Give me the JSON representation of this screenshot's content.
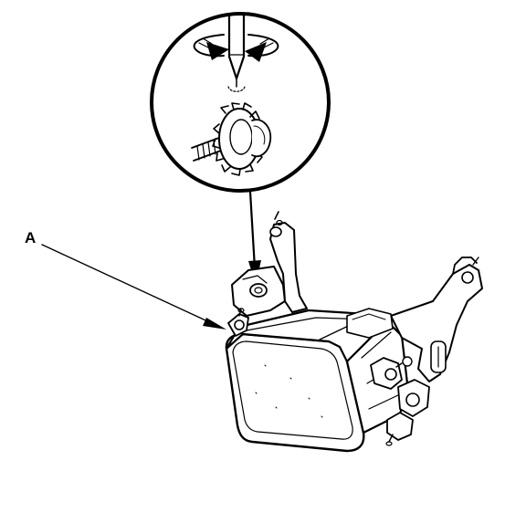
{
  "callouts": {
    "a_label": "A"
  },
  "icons": {
    "detail_view": "magnified-detail-circle",
    "tool": "screwdriver-icon",
    "rotation": "rotation-arrows-icon",
    "adjuster": "adjusting-gear-icon",
    "assembly": "fog-light-assembly"
  }
}
